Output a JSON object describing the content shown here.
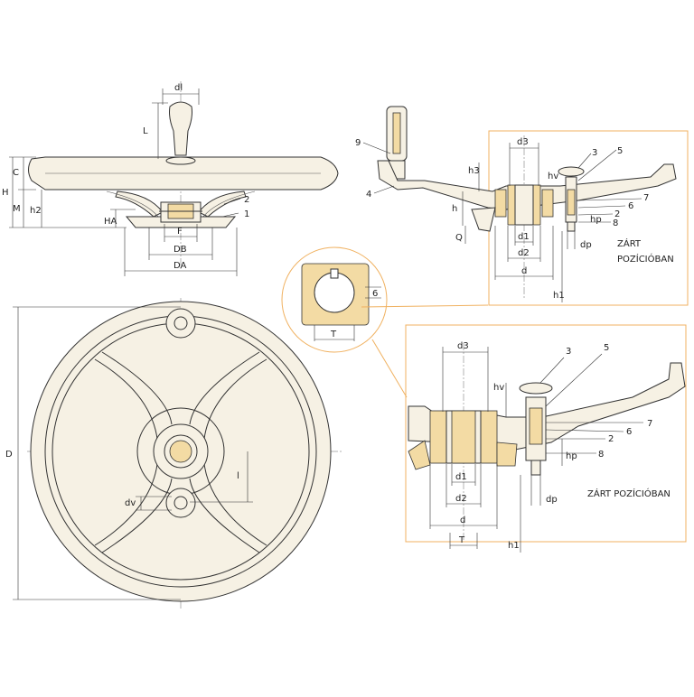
{
  "labels": {
    "top_view": {
      "dl": "dl",
      "L": "L",
      "H": "H",
      "C": "C",
      "M": "M",
      "h2": "h2",
      "HA": "HA",
      "F": "F",
      "DB": "DB",
      "DA": "DA",
      "n1": "1",
      "n2": "2"
    },
    "front_view": {
      "D": "D",
      "l": "l",
      "dv": "dv"
    },
    "section_small": {
      "n9": "9",
      "n4": "4",
      "d3": "d3",
      "n3": "3",
      "n5": "5",
      "h3": "h3",
      "hv": "hv",
      "n7": "7",
      "n6": "6",
      "n2": "2",
      "n8": "8",
      "h": "h",
      "hp": "hp",
      "Q": "Q",
      "d1": "d1",
      "d2": "d2",
      "d": "d",
      "dp": "dp",
      "h1": "h1",
      "closed_1": "ZÁRT",
      "closed_2": "POZÍCIÓBAN"
    },
    "detail_keyway": {
      "six": "6",
      "T": "T"
    },
    "section_large": {
      "d3": "d3",
      "n3": "3",
      "n5": "5",
      "hv": "hv",
      "n7": "7",
      "n6": "6",
      "n2": "2",
      "hp": "hp",
      "n8": "8",
      "d1": "d1",
      "d2": "d2",
      "d": "d",
      "T": "T",
      "dp": "dp",
      "h1": "h1",
      "closed": "ZÁRT POZÍCIÓBAN"
    }
  },
  "colors": {
    "part": "#f6f1e4",
    "section_fill": "#f3dba4",
    "detail_frame": "#f0b160",
    "line": "#333333"
  }
}
